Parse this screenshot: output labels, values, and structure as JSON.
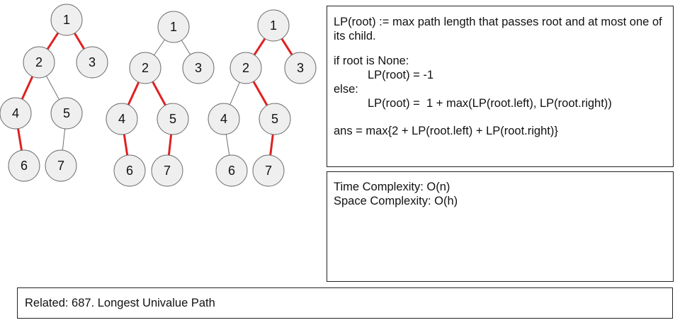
{
  "trees": [
    {
      "nodes": [
        "1",
        "2",
        "3",
        "4",
        "5",
        "6",
        "7"
      ],
      "highlighted_edges": [
        [
          1,
          2
        ],
        [
          1,
          3
        ],
        [
          2,
          4
        ],
        [
          4,
          6
        ]
      ]
    },
    {
      "nodes": [
        "1",
        "2",
        "3",
        "4",
        "5",
        "6",
        "7"
      ],
      "highlighted_edges": [
        [
          2,
          4
        ],
        [
          2,
          5
        ],
        [
          4,
          6
        ],
        [
          5,
          7
        ]
      ]
    },
    {
      "nodes": [
        "1",
        "2",
        "3",
        "4",
        "5",
        "6",
        "7"
      ],
      "highlighted_edges": [
        [
          1,
          2
        ],
        [
          1,
          3
        ],
        [
          2,
          5
        ],
        [
          5,
          7
        ]
      ]
    }
  ],
  "colors": {
    "highlight": "#e02020",
    "edge": "#6f6f6f",
    "node_fill": "#efefef"
  },
  "definition": {
    "line1": "LP(root) := max path length that passes root and at most one of its child.",
    "line2": "if root is None:",
    "line3": "LP(root) = -1",
    "line4": "else:",
    "line5": "LP(root) =  1 + max(LP(root.left), LP(root.right))",
    "line6": "ans = max{2 + LP(root.left) + LP(root.right)}"
  },
  "complexity": {
    "time": "Time Complexity: O(n)",
    "space": "Space Complexity: O(h)"
  },
  "related": "Related: 687. Longest Univalue Path"
}
